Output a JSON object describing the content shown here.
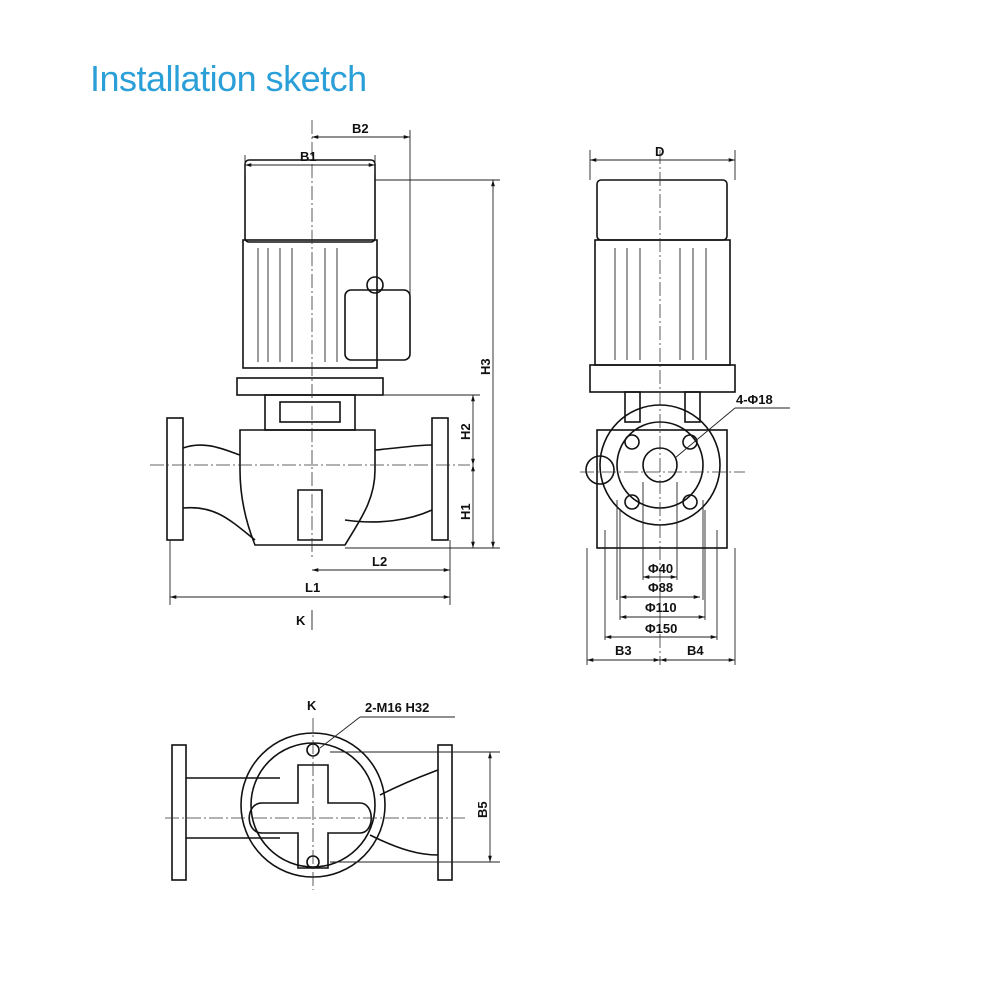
{
  "title": "Installation sketch",
  "front_view": {
    "B1": "B1",
    "B2": "B2",
    "H1": "H1",
    "H2": "H2",
    "H3": "H3",
    "L1": "L1",
    "L2": "L2",
    "K": "K"
  },
  "side_view": {
    "D": "D",
    "holes": "4-Φ18",
    "d40": "Φ40",
    "d88": "Φ88",
    "d110": "Φ110",
    "d150": "Φ150",
    "B3": "B3",
    "B4": "B4"
  },
  "top_view": {
    "K": "K",
    "bolts": "2-M16 H32",
    "B5": "B5"
  },
  "colors": {
    "title": "#2a9fd8",
    "line": "#111111"
  }
}
